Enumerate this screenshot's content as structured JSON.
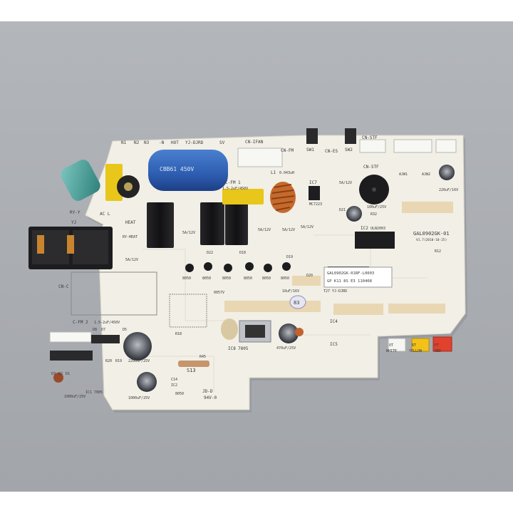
{
  "board": {
    "model_label": "GAL0902GK-01",
    "date_label": "V1.7(2010-10-25)",
    "sticker_line1": "GAL0902GK-01RF-L0003",
    "sticker_line2": "GP K11 8S E3 110408",
    "rating_label": "94V-0",
    "jd_label": "JD-D",
    "sticker_83": "83",
    "s13_label": "S13"
  },
  "silkscreen": {
    "n1": "N1",
    "n2": "N2",
    "n3": "N3",
    "cn_n": "-N",
    "hot": "HOT",
    "yj_djrd": "YJ-DJRD",
    "sv": "SV",
    "cn_ifan": "CN-IFAN",
    "cn_fm": "CN-FM",
    "sw1": "SW1",
    "sw2": "SW2",
    "cn_es": "CN-ES",
    "cn_stf": "CN-STF",
    "cn_stf2": "CN-STF",
    "c_fm1": "C-FM 1",
    "c_fm1_val": "1.5-2uF/450V",
    "l1": "L1",
    "l1_val": "0.043uH",
    "ic7": "IC7",
    "k3_val": "5A/12V",
    "ic7_part": "MC7223",
    "ry_y": "RY-Y",
    "ac_l": "AC L",
    "yj": "YJ",
    "heat": "HEAT",
    "ry_heat": "RY-HEAT",
    "relay_5a_1": "5A/12V",
    "relay_5a_2": "5A/12V",
    "relay_5a_3": "5A/12V",
    "relay_5a_4": "5A/12V",
    "relay_5a_5": "5A/12V",
    "ic2": "IC2",
    "ic2_part": "ULN2003",
    "d21": "D21",
    "r32": "R32",
    "ajw1": "AJW1",
    "ajw2": "AJW2",
    "cap_100u": "100uF/25V",
    "cap_220u": "220uF/16V",
    "cap_10u": "10uF/16V",
    "cn_c": "CN-C",
    "c_fm2": "C-FM 2",
    "c_fm2_val": "1.5-2uF/450V",
    "t27": "T27 YJ-DJRD",
    "d20": "D20",
    "ic8": "IC8",
    "ic8_part": "7805",
    "ic4": "IC4",
    "ic5": "IC5",
    "r18": "R18",
    "r45": "R45",
    "d8": "D8",
    "d7": "D7",
    "d5": "D5",
    "r20": "R20",
    "r19": "R19",
    "d3": "D3",
    "d2": "D2",
    "d1": "D1",
    "cap_2200u": "2200uF/25V",
    "cap_1000u_a": "1000uF/25V",
    "cap_1000u_b": "1000uF/25V",
    "cap_470u": "470uF/25V",
    "ic1": "IC1",
    "ic1_part": "7805",
    "c14": "C14",
    "ic2b": "IC2",
    "q_8050": "8050",
    "ot": "OT",
    "ot_white": "WHITE",
    "rt": "RT",
    "rt_yellow": "YELLOW",
    "pt": "PT",
    "pt_red": "RED",
    "q8050_a": "8050",
    "q8050_b": "8050",
    "q8050_c": "8050",
    "q8050_d": "8050",
    "q8050_e": "8050",
    "q8050_f": "8050",
    "d22": "D22",
    "d18": "D18",
    "d19": "D19",
    "e0057": "0057V",
    "r12": "R12"
  },
  "photo_colors": {
    "background": "#a9acb1",
    "board": "#f2efe6",
    "relay": "#1b1b1d",
    "cap_blue": "#2f62b7",
    "cap_green": "#4fa29e",
    "cap_yellow": "#e8c61a",
    "connector_white": "#f7f7f4"
  }
}
